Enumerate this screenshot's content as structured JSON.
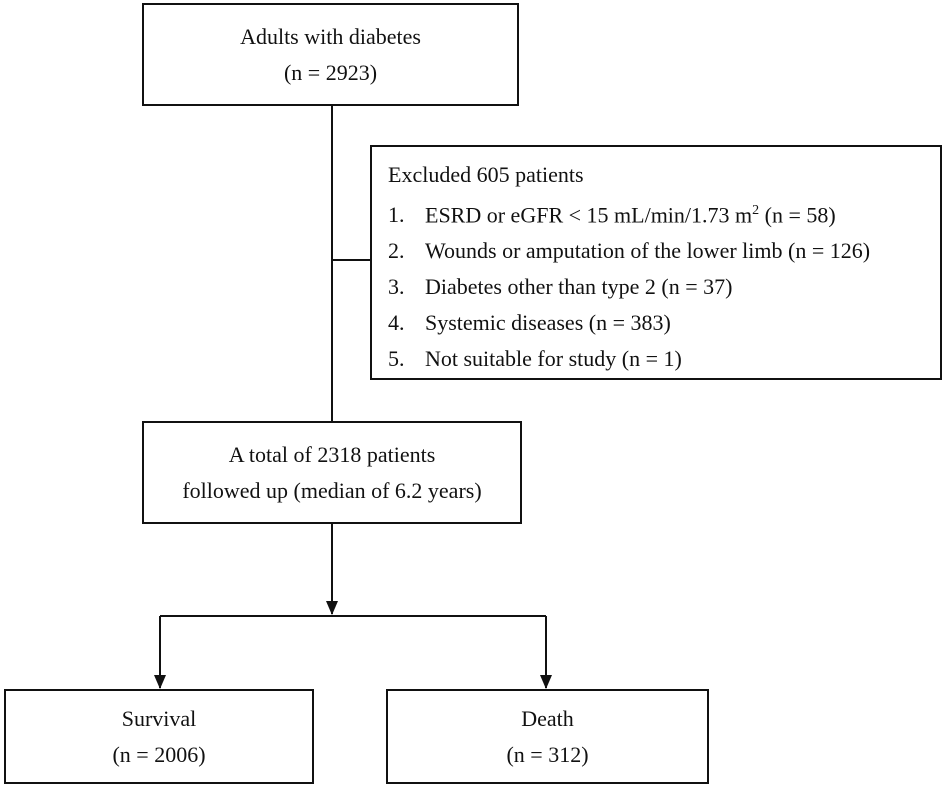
{
  "top_box": {
    "line1": "Adults with diabetes",
    "line2": "(n = 2923)"
  },
  "excluded_box": {
    "heading": "Excluded 605 patients",
    "items": [
      {
        "num": "1.",
        "text": "ESRD or eGFR < 15 mL/min/1.73 m",
        "sup": "2",
        "tail": " (n = 58)"
      },
      {
        "num": "2.",
        "text": "Wounds or amputation of the lower limb (n = 126)"
      },
      {
        "num": "3.",
        "text": "Diabetes other than type 2 (n = 37)"
      },
      {
        "num": "4.",
        "text": "Systemic diseases (n = 383)"
      },
      {
        "num": "5.",
        "text": "Not suitable for study (n = 1)"
      }
    ]
  },
  "mid_box": {
    "line1": "A total of 2318 patients",
    "line2": "followed up (median of 6.2 years)"
  },
  "survival_box": {
    "line1": "Survival",
    "line2": "(n = 2006)"
  },
  "death_box": {
    "line1": "Death",
    "line2": "(n = 312)"
  }
}
